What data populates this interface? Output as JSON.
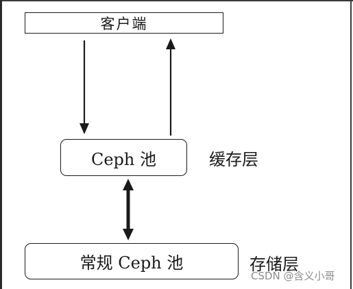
{
  "diagram": {
    "client_label": "客户端",
    "cache_pool_label": "Ceph 池",
    "cache_tier_label": "缓存层",
    "base_pool_label": "常规 Ceph 池",
    "storage_tier_label": "存储层"
  },
  "watermark": {
    "text": "CSDN @含义小哥"
  }
}
